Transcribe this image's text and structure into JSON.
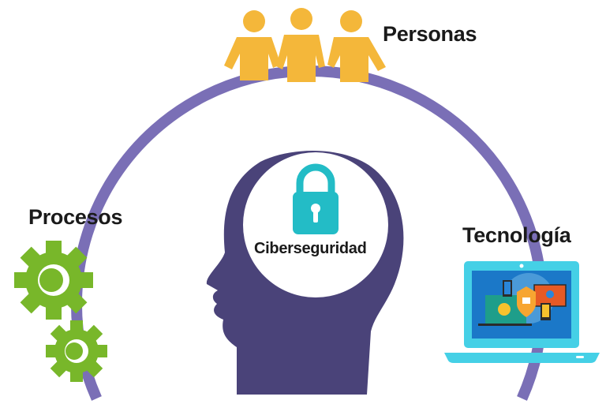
{
  "labels": {
    "people": "Personas",
    "processes": "Procesos",
    "technology": "Tecnología",
    "center": "Ciberseguridad"
  },
  "colors": {
    "ring": "#7a6fb6",
    "head": "#4a4379",
    "people": "#f4b73a",
    "gears": "#78b72a",
    "lock": "#23bcc6",
    "laptop": "#45d0e6",
    "screen": "#1b78c8"
  }
}
